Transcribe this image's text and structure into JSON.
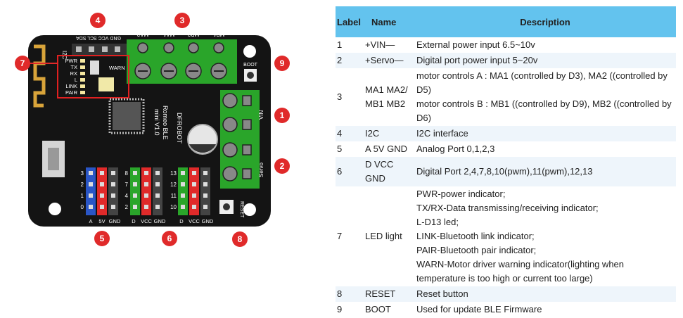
{
  "board": {
    "markers": [
      "1",
      "2",
      "3",
      "4",
      "5",
      "6",
      "7",
      "8",
      "9"
    ],
    "silk": {
      "top_pins": "GND VCC SCL SDA",
      "i2c": "I2C",
      "motor_pins": [
        "MA2",
        "MA1",
        "MB2",
        "MB1"
      ],
      "led_labels": [
        "PWR",
        "TX",
        "RX",
        "L",
        "LINK",
        "PAIR"
      ],
      "warn": "WARN",
      "boot": "BOOT",
      "brand": "DFROBOT",
      "model": [
        "Romeo BLE",
        "mini V1.0"
      ],
      "vin": "VIN",
      "servo": "Servo",
      "reset": "RESET",
      "bottom_labels": [
        "A",
        "5V",
        "GND",
        "D",
        "VCC",
        "GND",
        "D",
        "VCC",
        "GND"
      ],
      "col_a": [
        "3",
        "2",
        "1",
        "0"
      ],
      "col_d1": [
        "8",
        "7",
        "4",
        "2"
      ],
      "col_d2": [
        "13",
        "12",
        "11",
        "10"
      ]
    }
  },
  "table": {
    "headers": [
      "Label",
      "Name",
      "Description"
    ],
    "rows": [
      {
        "label": "1",
        "name": "+VIN—",
        "desc": [
          "External power input 6.5~10v"
        ]
      },
      {
        "label": "2",
        "name": "+Servo—",
        "desc": [
          "Digital port power input 5~20v"
        ]
      },
      {
        "label": "3",
        "name": "MA1 MA2/ MB1 MB2",
        "desc": [
          "motor controls A : MA1 (controlled by D3), MA2 ((controlled by D5)",
          "motor controls B : MB1 ((controlled by D9), MB2 ((controlled by D6)"
        ]
      },
      {
        "label": "4",
        "name": "I2C",
        "desc": [
          "I2C interface"
        ]
      },
      {
        "label": "5",
        "name": "A 5V GND",
        "desc": [
          "Analog Port 0,1,2,3"
        ]
      },
      {
        "label": "6",
        "name": "D VCC GND",
        "desc": [
          "Digital Port 2,4,7,8,10(pwm),11(pwm),12,13"
        ]
      },
      {
        "label": "7",
        "name": "LED light",
        "desc": [
          "PWR-power indicator;",
          "TX/RX-Data transmissing/receiving indicator;",
          "L-D13 led;",
          "LINK-Bluetooth link indicator;",
          "PAIR-Bluetooth pair indicator;",
          "WARN-Motor driver warning indicator(lighting when temperature is too high or current too large)"
        ]
      },
      {
        "label": "8",
        "name": "RESET",
        "desc": [
          "Reset button"
        ]
      },
      {
        "label": "9",
        "name": "BOOT",
        "desc": [
          "Used for update BLE Firmware"
        ]
      }
    ]
  }
}
